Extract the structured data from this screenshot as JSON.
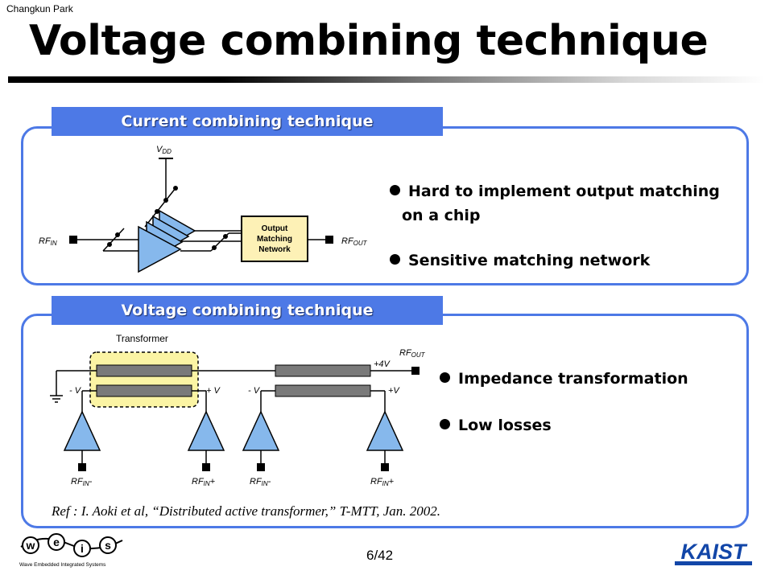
{
  "header": {
    "author": "Changkun Park",
    "title": "Voltage combining technique"
  },
  "section1": {
    "banner": "Current combining technique",
    "diagram": {
      "vdd": "V",
      "vdd_sub": "DD",
      "rf_in": "RF",
      "rf_in_sub": "IN",
      "rf_out": "RF",
      "rf_out_sub": "OUT",
      "matching_line1": "Output",
      "matching_line2": "Matching",
      "matching_line3": "Network"
    },
    "bullets": [
      {
        "line1": "Hard to implement output matching",
        "line2": "on a chip"
      },
      {
        "line1": "Sensitive matching network"
      }
    ]
  },
  "section2": {
    "banner": "Voltage combining technique",
    "diagram": {
      "transformer": "Transformer",
      "rf_out": "RF",
      "rf_out_sub": "OUT",
      "plus4v": "+4V",
      "minus_v_1": "- V",
      "plus_v_1": "+ V",
      "minus_v_2": "- V",
      "plus_v_2": "+V",
      "rf_in_labels": [
        {
          "base": "RF",
          "sub": "IN",
          "sign": "-"
        },
        {
          "base": "RF",
          "sub": "IN",
          "sign": "+"
        },
        {
          "base": "RF",
          "sub": "IN",
          "sign": "-"
        },
        {
          "base": "RF",
          "sub": "IN",
          "sign": "+"
        }
      ]
    },
    "bullets": [
      {
        "line1": "Impedance transformation"
      },
      {
        "line1": "Low losses"
      }
    ],
    "reference": "Ref : I. Aoki et al, “Distributed active transformer,” T-MTT, Jan. 2002."
  },
  "footer": {
    "page": "6/42",
    "logo_left_letters": [
      "w",
      "e",
      "i",
      "s"
    ],
    "logo_left_caption": "Wave Embedded Integrated Systems",
    "logo_right_text": "KAIST"
  },
  "colors": {
    "accent_blue": "#4d79e6",
    "amp_fill": "#86b8ec",
    "transformer_bar": "#7a7a7a",
    "transformer_highlight": "#fbf4a4",
    "matching_fill": "#fdf1b6",
    "kaist_blue": "#1246a8"
  }
}
